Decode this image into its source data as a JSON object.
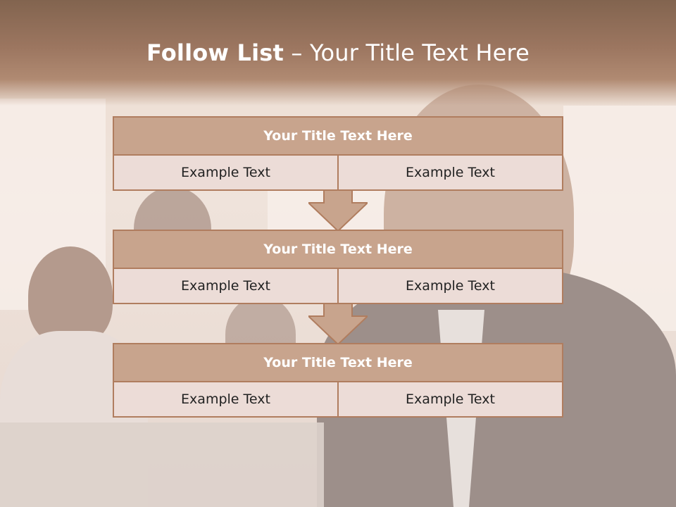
{
  "slide": {
    "title_bold": "Follow List",
    "title_rest": " – Your Title Text Here"
  },
  "steps": [
    {
      "title": "Your Title Text Here",
      "left": "Example Text",
      "right": "Example Text"
    },
    {
      "title": "Your Title Text Here",
      "left": "Example Text",
      "right": "Example Text"
    },
    {
      "title": "Your Title Text Here",
      "left": "Example Text",
      "right": "Example Text"
    }
  ],
  "colors": {
    "banner": "#9c7660",
    "header_fill": "#c8a48d",
    "cell_fill": "#ecdcd7",
    "border": "#b07d5f",
    "arrow_fill": "#c8a48d"
  }
}
